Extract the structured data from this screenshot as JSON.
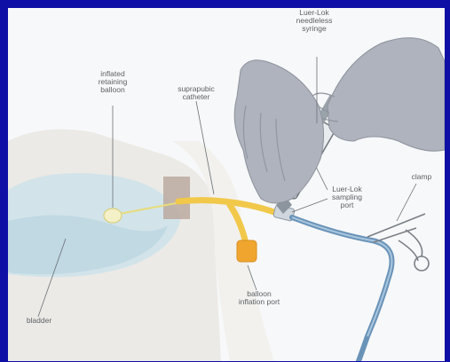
{
  "colors": {
    "frame": "#0f0fa6",
    "panel": "#f7f8f9",
    "catheter": "#f1c84a",
    "tubing": "#6a93b8",
    "glove": "#aeb3be",
    "bladder": "#cfe3ea",
    "skin": "#eceae6"
  },
  "labels": {
    "syringe": "Luer-Lok\nneedleless\nsyringe",
    "balloon": "inflated\nretaining\nballoon",
    "catheter": "suprapubic\ncatheter",
    "clamp": "clamp",
    "sampling_port": "Luer-Lok\nsampling\nport",
    "inflation_port": "balloon\ninflation port",
    "bladder": "bladder"
  }
}
